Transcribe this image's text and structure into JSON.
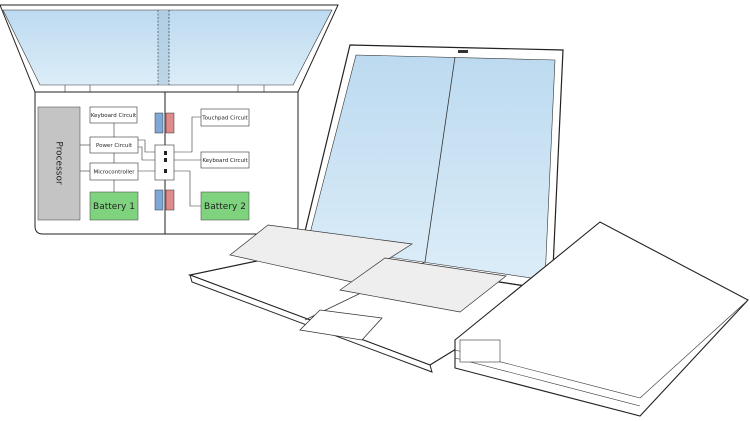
{
  "diagram": {
    "processor": "Processor",
    "left_half": {
      "keyboard_circuit": "Keyboard Circuit",
      "power_circuit": "Power Circuit",
      "microcontroller": "Microcontroller",
      "battery": "Battery 1"
    },
    "right_half": {
      "touchpad_circuit": "Touchpad Circuit",
      "keyboard_circuit": "Keyboard Circuit",
      "battery": "Battery 2"
    },
    "colors": {
      "screen": "#cfe6f5",
      "processor": "#c4c4c4",
      "battery": "#7fd37f",
      "magnet_blue": "#7fa7d8",
      "magnet_red": "#e08a8a"
    }
  }
}
